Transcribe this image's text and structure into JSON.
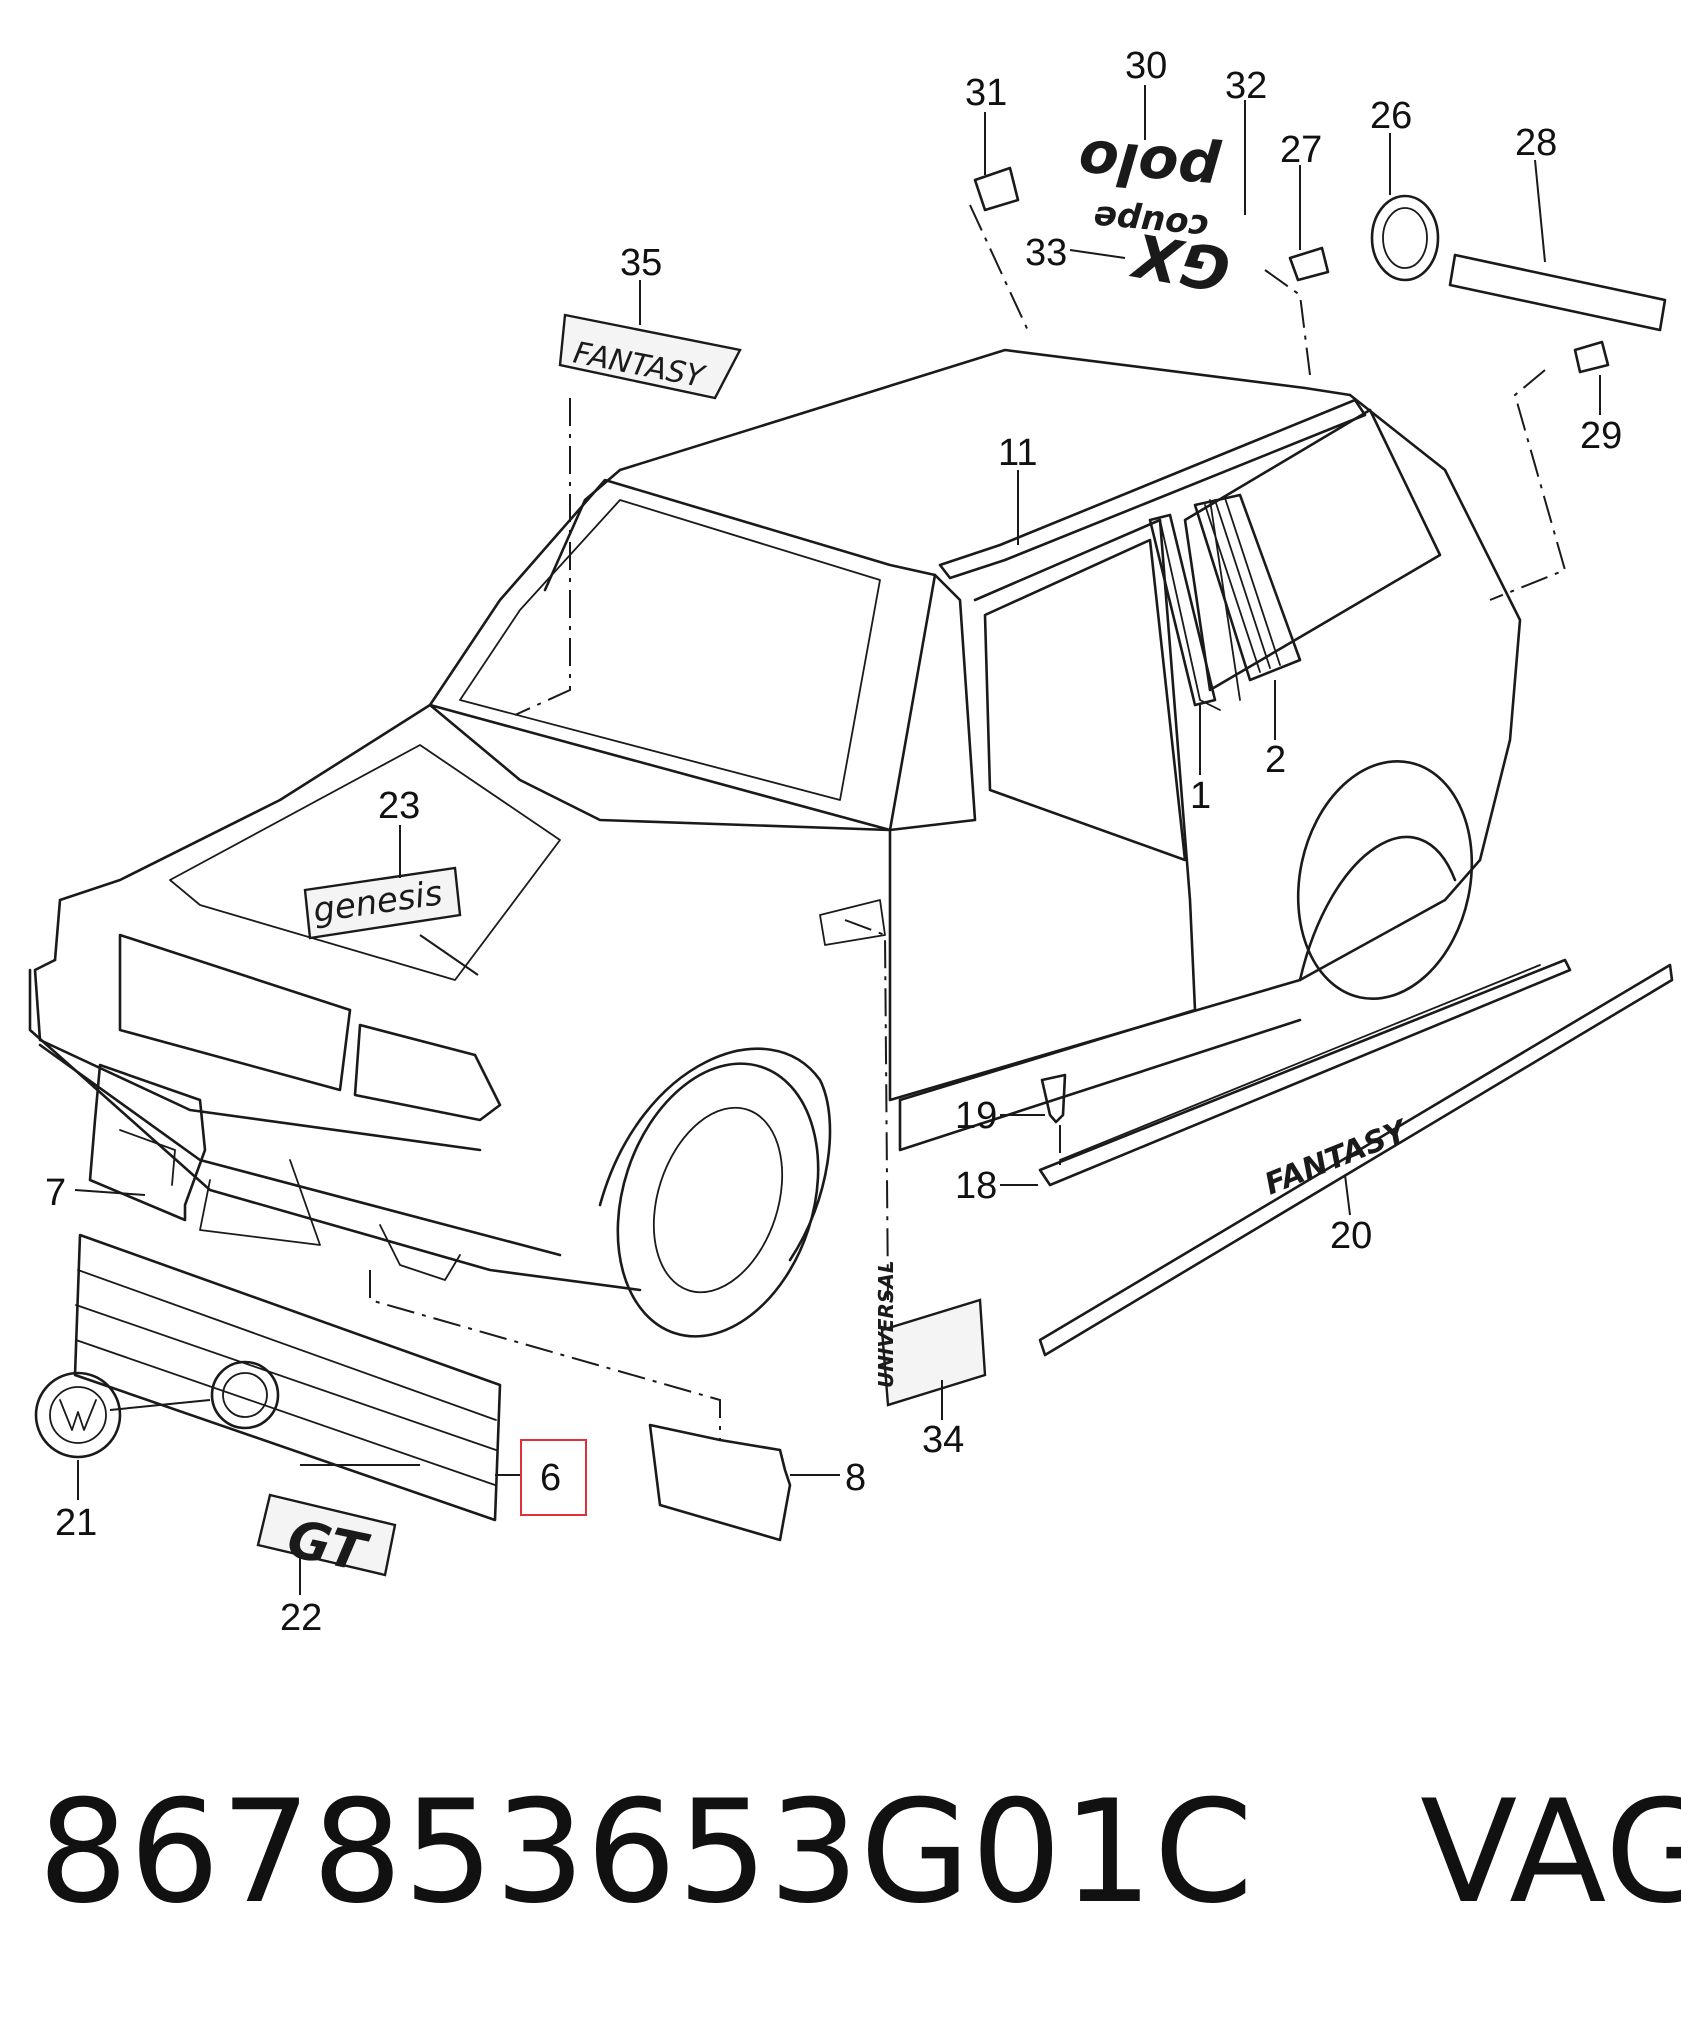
{
  "diagram": {
    "callouts": [
      "31",
      "30",
      "32",
      "27",
      "26",
      "28",
      "33",
      "35",
      "29",
      "11",
      "2",
      "1",
      "23",
      "7",
      "19",
      "18",
      "20",
      "34",
      "21",
      "6",
      "8",
      "22"
    ],
    "badges": {
      "fantasy_top": "FANTASY",
      "polo": "polo",
      "coupe": "coupe",
      "gx": "GX",
      "genesis": "genesis",
      "fantasy_side": "FANTASY",
      "gt": "GT",
      "universal": "UNIVERSAL"
    },
    "highlight_color": "#e0303a"
  },
  "footer": {
    "part_number": "867853653G01C",
    "brand": "VAG"
  }
}
